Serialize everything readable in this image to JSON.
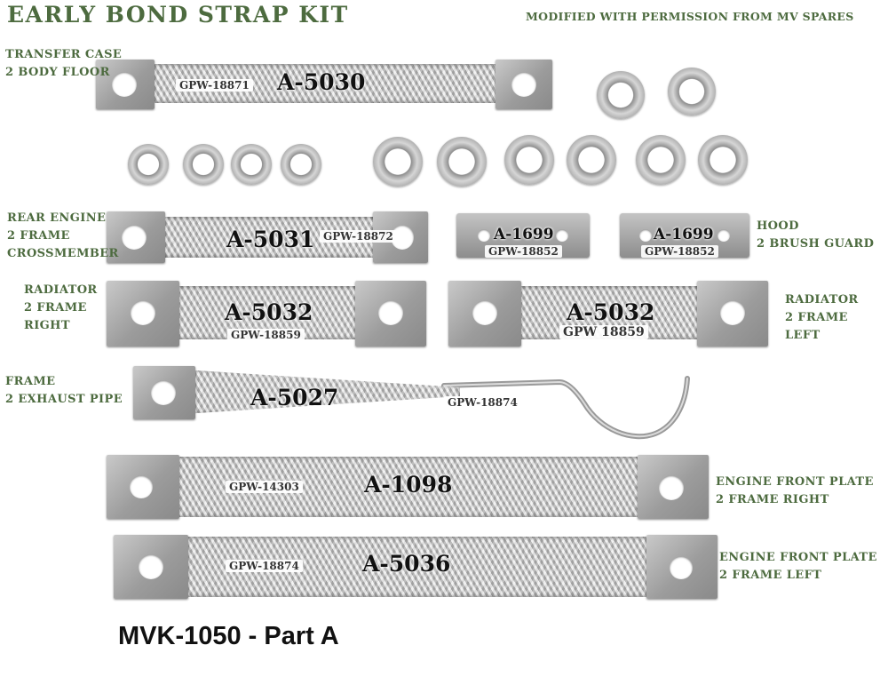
{
  "header": {
    "title": "EARLY BOND STRAP KIT",
    "credit": "MODIFIED WITH PERMISSION FROM MV SPARES"
  },
  "labels": {
    "transfer_case": [
      "TRANSFER CASE",
      "2 BODY FLOOR"
    ],
    "rear_engine": [
      "REAR ENGINE",
      "2 FRAME",
      "CROSSMEMBER"
    ],
    "hood": [
      "HOOD",
      "2 BRUSH GUARD"
    ],
    "radiator_right": [
      "RADIATOR",
      "2 FRAME",
      "RIGHT"
    ],
    "radiator_left": [
      "RADIATOR",
      "2 FRAME",
      "LEFT"
    ],
    "frame_exhaust": [
      "FRAME",
      "2 EXHAUST PIPE"
    ],
    "engine_front_right": [
      "ENGINE FRONT PLATE",
      "2 FRAME RIGHT"
    ],
    "engine_front_left": [
      "ENGINE FRONT PLATE",
      "2 FRAME LEFT"
    ]
  },
  "straps": {
    "a5030": {
      "part": "A-5030",
      "gpw": "GPW-18871"
    },
    "a5031": {
      "part": "A-5031",
      "gpw": "GPW-18872"
    },
    "a1699_left": {
      "part": "A-1699",
      "gpw": "GPW-18852"
    },
    "a1699_right": {
      "part": "A-1699",
      "gpw": "GPW-18852"
    },
    "a5032_right": {
      "part": "A-5032",
      "gpw": "GPW-18859"
    },
    "a5032_left": {
      "part": "A-5032",
      "gpw": "GPW 18859"
    },
    "a5027": {
      "part": "A-5027",
      "gpw": "GPW-18874"
    },
    "a1098": {
      "part": "A-1098",
      "gpw": "GPW-14303"
    },
    "a5036": {
      "part": "A-5036",
      "gpw": "GPW-18874"
    }
  },
  "footer": {
    "kit_name": "MVK-1050 - Part A"
  },
  "colors": {
    "label_green": "#4d6b3f",
    "part_text": "#111111",
    "background": "#ffffff"
  }
}
